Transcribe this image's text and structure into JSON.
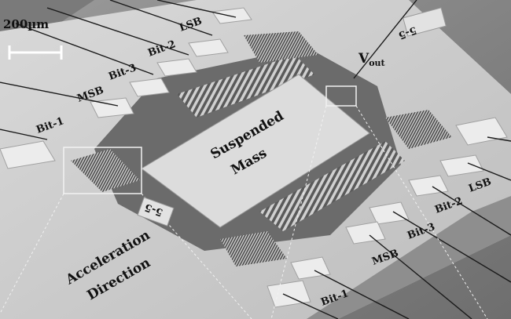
{
  "scale_bar": {
    "label": "200µm"
  },
  "mass_label": {
    "line1": "Suspended",
    "line2": "Mass"
  },
  "direction_label": {
    "line1": "Acceleration",
    "line2": "Direction"
  },
  "vout_label": {
    "main": "V",
    "sub": "out"
  },
  "left_bits": [
    "MSB",
    "Bit-3",
    "Bit-2",
    "LSB",
    "Bit-1"
  ],
  "right_bits": [
    "LSB",
    "Bit-2",
    "Bit-3",
    "MSB",
    "Bit-1"
  ],
  "die_marks": [
    "5-5",
    "5-5"
  ]
}
